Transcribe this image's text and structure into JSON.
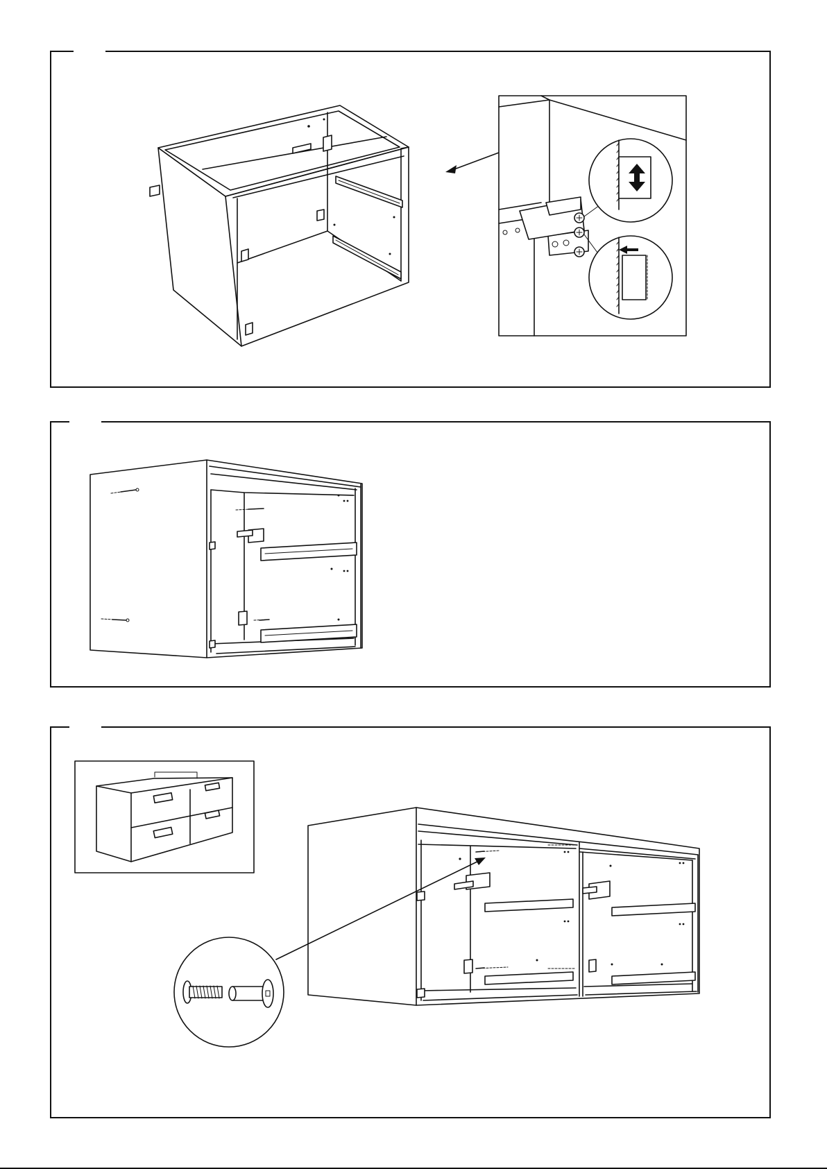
{
  "document": {
    "type": "assembly-instructions",
    "steps": [
      {
        "id": "step-1",
        "number": "",
        "content": [
          "cabinet-carcass",
          "detail-zoom-callout",
          "hinge-plate-detail",
          "vertical-adjustment-icon",
          "depth-adjustment-icon"
        ]
      },
      {
        "id": "step-2",
        "number": "",
        "content": [
          "cabinet-side-view-with-runners-and-dowels"
        ]
      },
      {
        "id": "step-3",
        "number": "",
        "content": [
          "finished-unit-thumbnail",
          "double-cabinet-joined",
          "connector-bolt-detail-circle"
        ]
      }
    ]
  }
}
